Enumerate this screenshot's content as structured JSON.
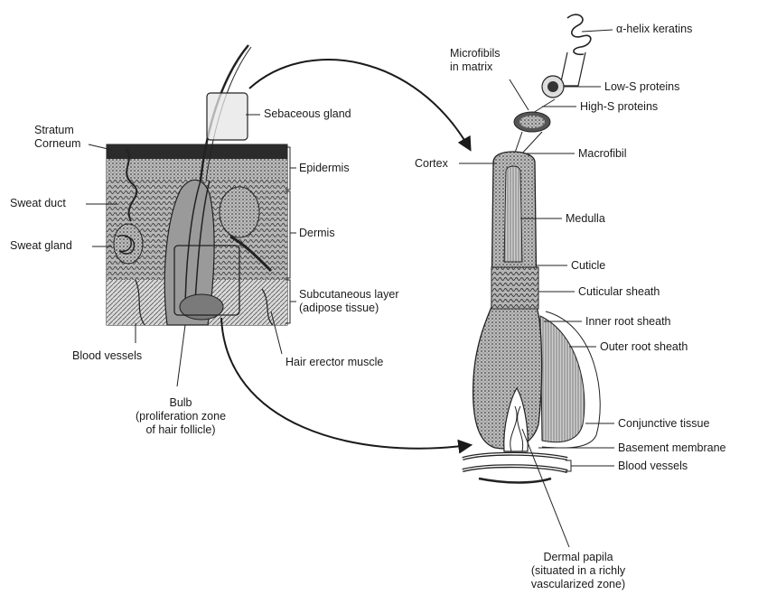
{
  "labels": {
    "stratum_corneum": [
      "Stratum",
      "Corneum"
    ],
    "sweat_duct": "Sweat  duct",
    "sweat_gland": "Sweat  gland",
    "blood_vessels_skin": "Blood vessels",
    "bulb": [
      "Bulb",
      "(proliferation zone",
      "of hair follicle)"
    ],
    "sebaceous_gland": "Sebaceous gland",
    "epidermis": "Epidermis",
    "dermis": "Dermis",
    "subcutaneous": [
      "Subcutaneous layer",
      "(adipose tissue)"
    ],
    "hair_erector": "Hair erector muscle",
    "microfibils": [
      "Microfibils",
      "in matrix"
    ],
    "alpha_helix": "α-helix keratins",
    "low_s": "Low-S proteins",
    "high_s": "High-S proteins",
    "cortex": "Cortex",
    "macrofibil": "Macrofibil",
    "medulla": "Medulla",
    "cuticle": "Cuticle",
    "cuticular_sheath": "Cuticular sheath",
    "inner_root": "Inner root sheath",
    "outer_root": "Outer root sheath",
    "conjunctive": "Conjunctive tissue",
    "basement": "Basement membrane",
    "blood_vessels_follicle": "Blood vessels",
    "dermal_papila": [
      "Dermal papila",
      "(situated in a richly",
      "vascularized zone)"
    ]
  },
  "colors": {
    "line": "#1a1a1a",
    "tissue": "#c9c9c9",
    "tissue_dark": "#6d6d6d",
    "epidermis_band": "#2b2b2b"
  }
}
